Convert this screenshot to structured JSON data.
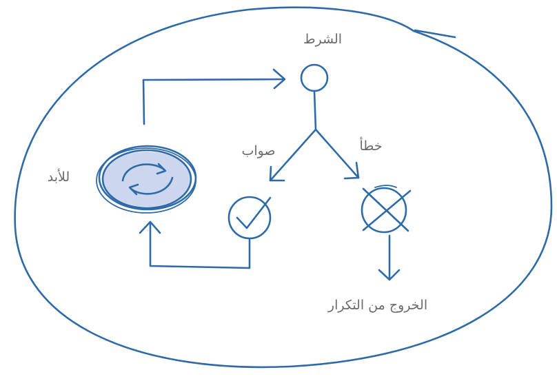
{
  "labels": {
    "condition": "الشرط",
    "true": "صواب",
    "false": "خطأ",
    "forever": "للأبد",
    "exit_loop": "الخروج من التكرار"
  },
  "colors": {
    "stroke": "#2e6aa8",
    "loop_fill": "#ccd6ee",
    "text": "#6b6b6b"
  }
}
